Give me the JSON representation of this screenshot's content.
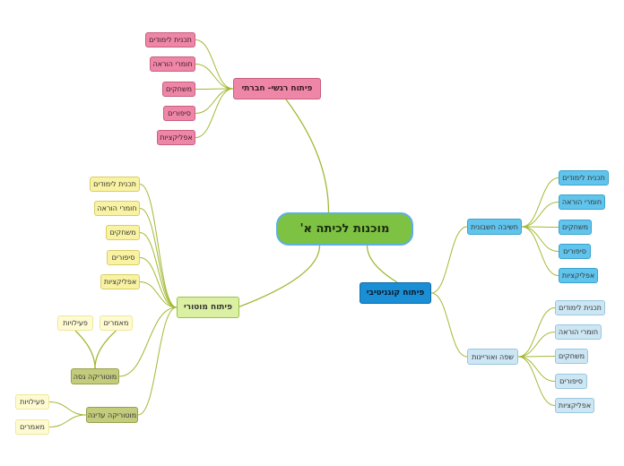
{
  "root": {
    "label": "מוכנות לכיתה א'"
  },
  "emotional": {
    "label": "פיתוח רגשי- חברתי",
    "items": [
      "תכנית לימודים",
      "חומרי הוראה",
      "משחקים",
      "סיפורים",
      "אפליקציות"
    ]
  },
  "motor": {
    "label": "פיתוח מוטורי",
    "items": [
      "תכנית לימודים",
      "חומרי הוראה",
      "משחקים",
      "סיפורים",
      "אפליקציות"
    ],
    "gross": {
      "label": "מוטוריקה גסה",
      "items": [
        "מאמרים",
        "פעילויות"
      ]
    },
    "fine": {
      "label": "מוטוריקה עדינה",
      "items": [
        "פעילויות",
        "מאמרים"
      ]
    }
  },
  "cognitive": {
    "label": "פיתוח קוגניטיבי",
    "math": {
      "label": "חשיבה חשבונית",
      "items": [
        "תכנית לימודים",
        "חומרי הוראה",
        "משחקים",
        "סיפורים",
        "אפליקציות"
      ]
    },
    "language": {
      "label": "שפה ואוריינות",
      "items": [
        "תכנית לימודים",
        "חומרי הוראה",
        "משחקים",
        "סיפורים",
        "אפליקציות"
      ]
    }
  },
  "colors": {
    "link": "#a3b834",
    "root": "#7dc242",
    "emotional": "#ee86a8",
    "motor": "#dcf0a4",
    "cognitive": "#1b8fd6",
    "math": "#61c4ec",
    "language": "#cde6f3"
  }
}
